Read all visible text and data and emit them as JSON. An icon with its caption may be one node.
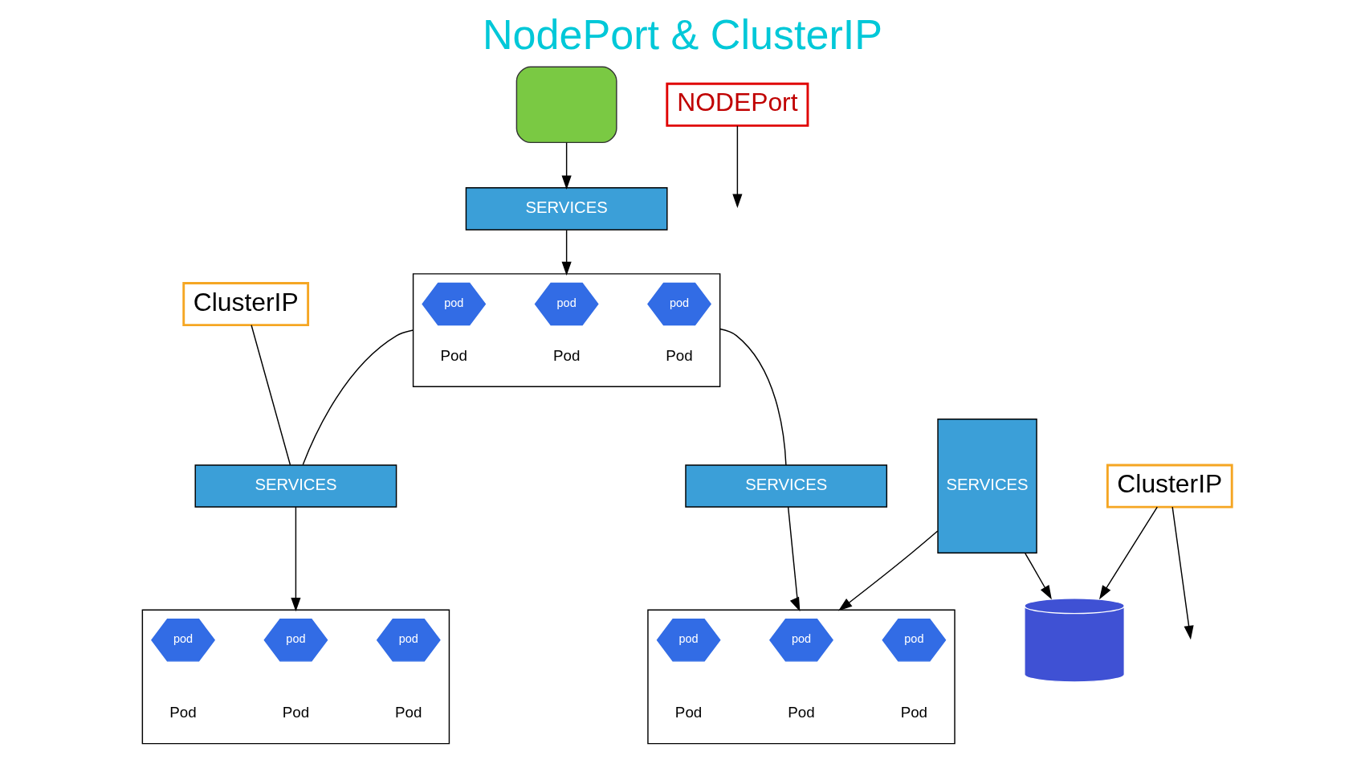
{
  "diagram": {
    "title": "NodePort & ClusterIP",
    "nodes": [
      {
        "text": [],
        "shape": "person"
      },
      {
        "text": [
          "NODEPort"
        ]
      },
      {
        "text": [
          "SERVICES"
        ]
      },
      {
        "text": [],
        "shape": "box"
      },
      {
        "text": [
          "pod"
        ],
        "beside": [
          "Pod"
        ],
        "in": 3
      },
      {
        "text": [
          "pod"
        ],
        "beside": [
          "Pod"
        ],
        "in": 3
      },
      {
        "text": [
          "pod"
        ],
        "beside": [
          "Pod"
        ],
        "in": 3
      },
      {
        "text": [
          "SERVICES"
        ]
      },
      {
        "text": [
          "SERVICES"
        ]
      },
      {
        "text": [
          "ClusterIP"
        ]
      },
      {
        "text": [
          "ClusterIP"
        ]
      },
      {
        "text": [],
        "shape": "cylinder"
      },
      {
        "text": [
          "SERVICES"
        ]
      },
      {
        "text": [],
        "shape": "box"
      },
      {
        "text": [
          "pod"
        ],
        "beside": [
          "Pod"
        ],
        "in": 13
      },
      {
        "text": [
          "pod"
        ],
        "beside": [
          "Pod"
        ],
        "in": 13
      },
      {
        "text": [
          "pod"
        ],
        "beside": [
          "Pod"
        ],
        "in": 13
      },
      {
        "text": [],
        "shape": "box"
      },
      {
        "text": [
          "pod"
        ],
        "beside": [
          "Pod"
        ],
        "in": 17
      },
      {
        "text": [
          "pod"
        ],
        "beside": [
          "Pod"
        ],
        "in": 17
      },
      {
        "text": [
          "pod"
        ],
        "beside": [
          "Pod"
        ],
        "in": 17
      }
    ],
    "edges": [
      {
        "from": 0,
        "to": 2,
        "arrow": "to"
      },
      {
        "from": 1,
        "to": null,
        "arrow": "to"
      },
      {
        "from": 2,
        "to": 3,
        "arrow": "to"
      },
      {
        "from": 3,
        "to": 7,
        "arrow": "none"
      },
      {
        "from": 3,
        "to": 8,
        "arrow": "none"
      },
      {
        "from": 9,
        "to": 8,
        "arrow": "none"
      },
      {
        "from": 10,
        "to": null,
        "arrow": "to"
      },
      {
        "from": 10,
        "to": 11,
        "arrow": "to"
      },
      {
        "from": 7,
        "to": 13,
        "arrow": "to"
      },
      {
        "from": 8,
        "to": 17,
        "arrow": "to"
      },
      {
        "from": 12,
        "to": 11,
        "arrow": "to"
      },
      {
        "from": 12,
        "to": 13,
        "arrow": "to"
      }
    ]
  }
}
